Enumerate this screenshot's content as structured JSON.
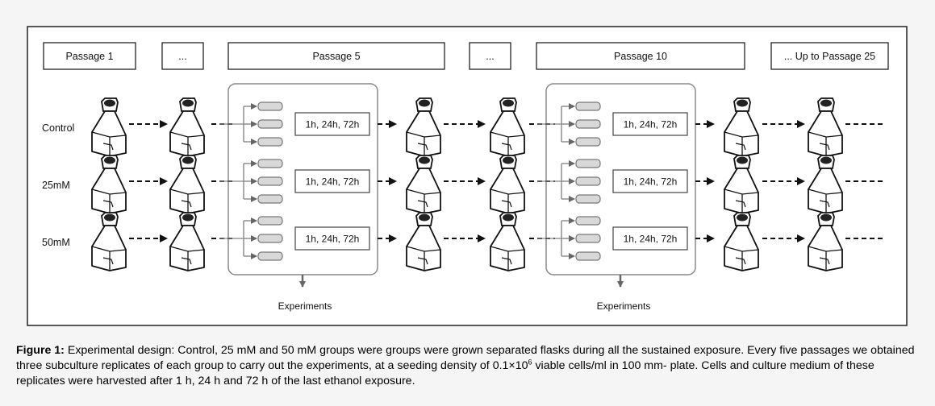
{
  "header_boxes": [
    "Passage 1",
    "...",
    "Passage 5",
    "...",
    "Passage 10",
    "... Up to Passage 25"
  ],
  "row_labels": [
    "Control",
    "25mM",
    "50mM"
  ],
  "time_label": "1h, 24h, 72h",
  "experiments_label": "Experiments",
  "caption": {
    "label": "Figure 1:",
    "text_before_exponent": " Experimental design: Control, 25 mM and 50 mM groups were groups were grown separated flasks during all the sustained exposure. Every five passages we obtained three subculture replicates of each group to carry out the experiments, at a seeding density of 0.1×10",
    "exponent": "6",
    "text_after_exponent": " viable cells/ml in 100 mm- plate. Cells and culture medium of these replicates were harvested after 1 h, 24 h and 72 h of the last ethanol exposure."
  }
}
